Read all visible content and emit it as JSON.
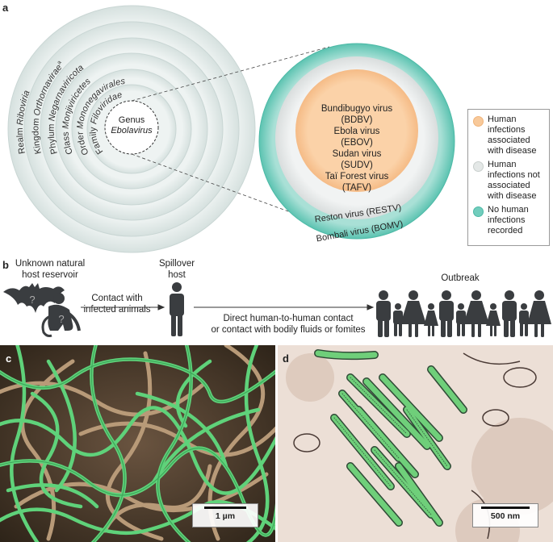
{
  "panel_a": {
    "letter": "a",
    "taxonomy_labels": [
      {
        "rank": "Realm ",
        "name": "Riboviria",
        "sup": ""
      },
      {
        "rank": "Kingdom ",
        "name": "Orthornavirae",
        "sup": "a"
      },
      {
        "rank": "Phylum ",
        "name": "Negarnaviricota",
        "sup": ""
      },
      {
        "rank": "Class ",
        "name": "Monjiviricetes",
        "sup": ""
      },
      {
        "rank": "Order ",
        "name": "Mononegavirales",
        "sup": ""
      },
      {
        "rank": "Family ",
        "name": "Filoviridae",
        "sup": ""
      }
    ],
    "genus_label": "Genus",
    "genus_name": "Ebolavirus",
    "inner_species": [
      "Bundibugyo virus",
      "(BDBV)",
      "Ebola virus",
      "(EBOV)",
      "Sudan virus",
      "(SUDV)",
      "Taï Forest virus",
      "(TAFV)"
    ],
    "reston_label": "Reston virus (RESTV)",
    "bombali_label": "Bombali virus (BOMV)",
    "legend": [
      {
        "color": "#f8c99a",
        "text": "Human\ninfections\nassociated\nwith disease"
      },
      {
        "color": "#e4e8e7",
        "text": "Human\ninfections not\nassociated\nwith disease"
      },
      {
        "color": "#72cdbd",
        "text": "No human\ninfections\nrecorded"
      }
    ],
    "colors": {
      "outer_rings": "#e9f0ef",
      "human_disease": "#f8c99a",
      "no_disease": "#e4e8e7",
      "no_infection": "#72cdbd"
    }
  },
  "panel_b": {
    "letter": "b",
    "reservoir_label_1": "Unknown natural",
    "reservoir_label_2": "host reservoir",
    "spillover_label_1": "Spillover",
    "spillover_label_2": "host",
    "outbreak_label": "Outbreak",
    "contact_animals_1": "Contact with",
    "contact_animals_2": "infected animals",
    "contact_human_1": "Direct human-to-human contact",
    "contact_human_2": "or contact with bodily fluids or fomites",
    "unknown_mark": "?",
    "colors": {
      "silhouette": "#3a3d40"
    }
  },
  "panel_c": {
    "letter": "c",
    "scale_label": "1 µm"
  },
  "panel_d": {
    "letter": "d",
    "scale_label": "500 nm"
  }
}
